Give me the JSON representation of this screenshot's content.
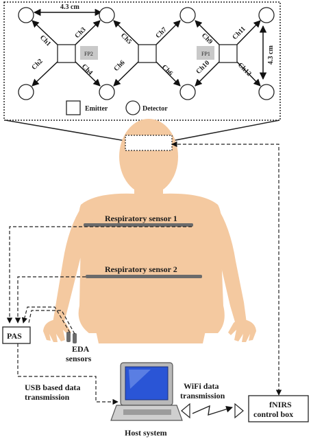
{
  "montage": {
    "distance_horizontal": "4.3 cm",
    "distance_vertical": "4.3 cm",
    "channels": [
      "Ch1",
      "Ch2",
      "Ch3",
      "Ch4",
      "Ch5",
      "Ch6",
      "Ch6",
      "Ch7",
      "Ch9",
      "Ch10",
      "Ch11",
      "Ch12"
    ],
    "landmarks": [
      "FP2",
      "FP1"
    ],
    "legend": {
      "emitter": "Emitter",
      "detector": "Detector"
    }
  },
  "sensors": {
    "respiratory_1": "Respiratory sensor 1",
    "respiratory_2": "Respiratory sensor 2",
    "eda_line1": "EDA",
    "eda_line2": "sensors"
  },
  "devices": {
    "pas": "PAS",
    "usb_line1": "USB based data",
    "usb_line2": "transmission",
    "wifi_line1": "WiFi data",
    "wifi_line2": "transmission",
    "fnirs_line1": "fNIRS",
    "fnirs_line2": "control box",
    "host": "Host system"
  },
  "colors": {
    "skin": "#f4c9a0",
    "belt": "#6b6b6b",
    "screen": "#2a55d6",
    "laptop_body": "#b9b9b9"
  }
}
